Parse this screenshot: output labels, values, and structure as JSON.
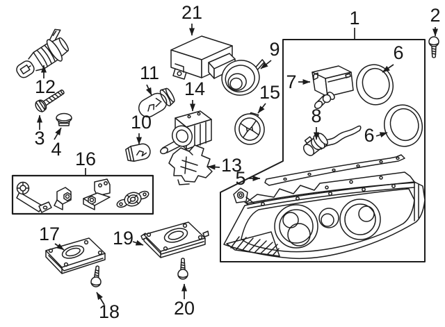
{
  "diagram": {
    "type": "exploded-parts-diagram",
    "subject": "headlamp assembly and related components",
    "colors": {
      "background": "#ffffff",
      "line": "#1c1c1c",
      "label_text": "#161616"
    },
    "callouts": [
      {
        "label": "1",
        "part": "headlamp-assembly-box"
      },
      {
        "label": "2",
        "part": "screw"
      },
      {
        "label": "3",
        "part": "bolt"
      },
      {
        "label": "4",
        "part": "cap"
      },
      {
        "label": "5",
        "part": "trim-strip"
      },
      {
        "label": "6",
        "part": "seal-ring-upper"
      },
      {
        "label": "6",
        "part": "seal-ring-lower"
      },
      {
        "label": "7",
        "part": "leveling-motor"
      },
      {
        "label": "8",
        "part": "wiring-harness"
      },
      {
        "label": "9",
        "part": "dust-cap"
      },
      {
        "label": "10",
        "part": "wedge-bulb"
      },
      {
        "label": "11",
        "part": "signal-bulb"
      },
      {
        "label": "12",
        "part": "halogen-bulb"
      },
      {
        "label": "13",
        "part": "bracket"
      },
      {
        "label": "14",
        "part": "xenon-bulb-unit"
      },
      {
        "label": "15",
        "part": "cover-cap"
      },
      {
        "label": "16",
        "part": "retainer-kit-box"
      },
      {
        "label": "17",
        "part": "ballast-module"
      },
      {
        "label": "18",
        "part": "screw"
      },
      {
        "label": "19",
        "part": "igniter-module"
      },
      {
        "label": "20",
        "part": "screw"
      },
      {
        "label": "21",
        "part": "relay-module"
      }
    ]
  }
}
